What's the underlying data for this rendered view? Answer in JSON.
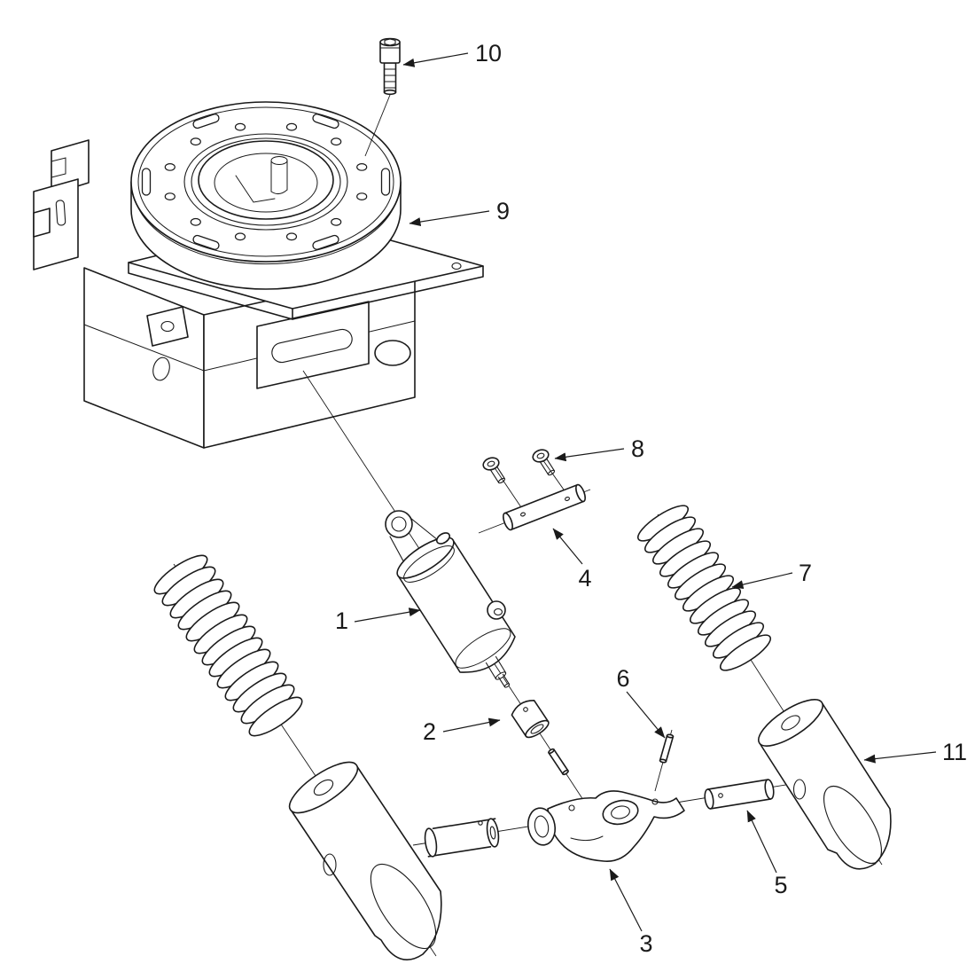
{
  "figure": {
    "kind": "exploded-view-assembly-drawing",
    "background_color": "#ffffff",
    "line_color": "#1a1a1a",
    "callouts": [
      {
        "number": "1"
      },
      {
        "number": "2"
      },
      {
        "number": "3"
      },
      {
        "number": "4"
      },
      {
        "number": "5"
      },
      {
        "number": "6"
      },
      {
        "number": "7"
      },
      {
        "number": "8"
      },
      {
        "number": "9"
      },
      {
        "number": "10"
      },
      {
        "number": "11"
      }
    ]
  }
}
